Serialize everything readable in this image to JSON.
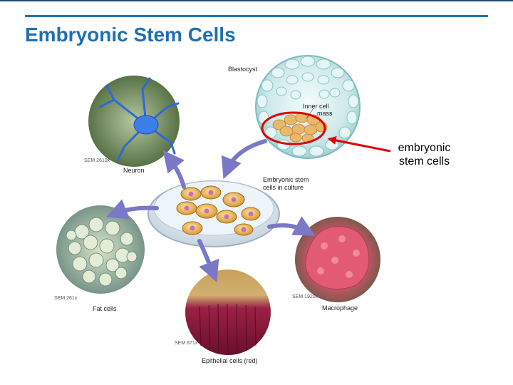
{
  "slide": {
    "title": "Embryonic Stem Cells",
    "callout": {
      "line1": "embryonic",
      "line2": "stem cells"
    }
  },
  "figure": {
    "blastocyst_label": "Blastocyst",
    "inner_cell_mass_label_1": "Inner cell",
    "inner_cell_mass_label_2": "mass",
    "culture_label_1": "Embryonic stem",
    "culture_label_2": "cells in culture",
    "neuron": {
      "label": "Neuron",
      "sem": "SEM 2610x"
    },
    "fat": {
      "label": "Fat cells",
      "sem": "SEM 261x"
    },
    "epithelial": {
      "label": "Epithelial cells (red)",
      "sem": "SEM 871x"
    },
    "macrophage": {
      "label": "Macrophage",
      "sem": "SEM 1920x"
    }
  },
  "colors": {
    "title": "#1f6fb2",
    "callout_marker": "#e00000",
    "arrow": "#7b78c8",
    "cell_culture": "#e8b24a"
  }
}
